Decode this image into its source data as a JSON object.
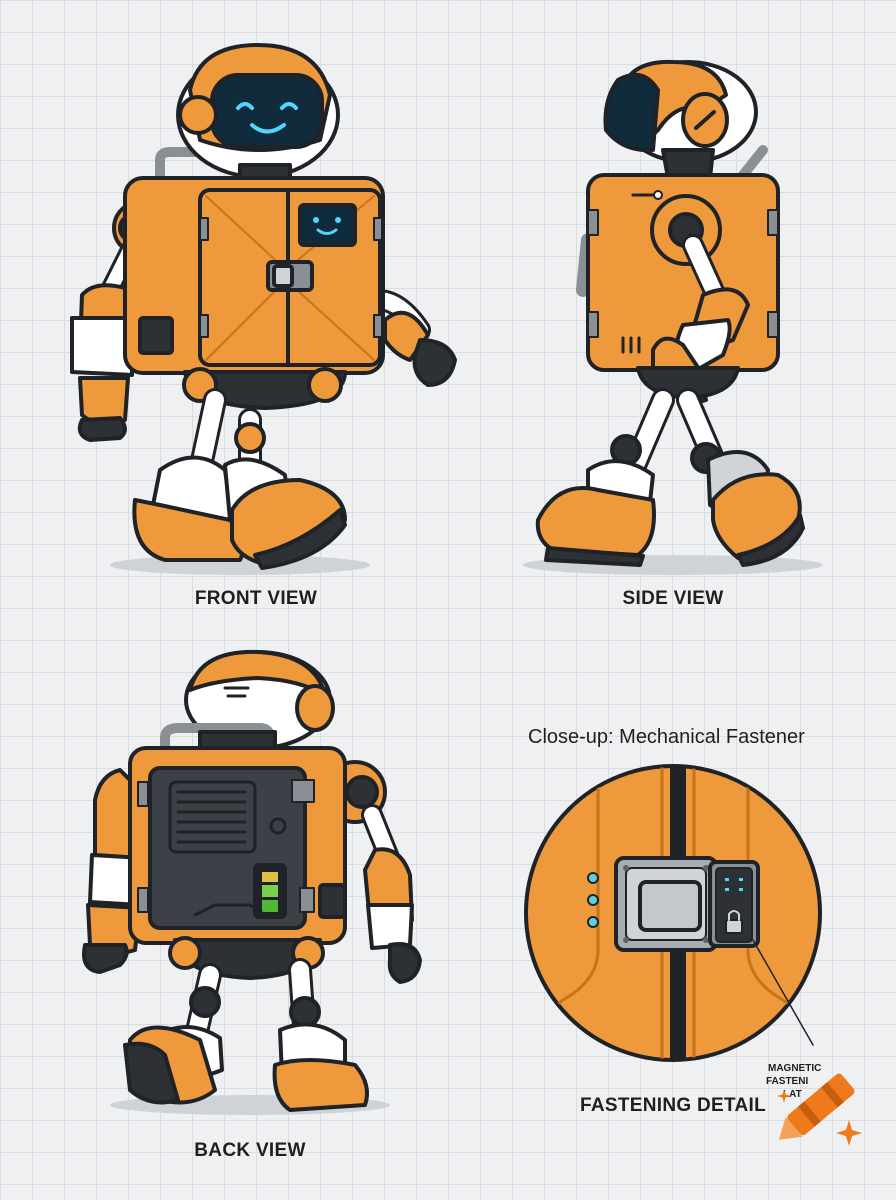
{
  "views": {
    "front": "FRONT VIEW",
    "side": "SIDE VIEW",
    "back": "BACK VIEW"
  },
  "closeup": {
    "title": "Close-up: Mechanical Fastener",
    "caption": "FASTENING DETAIL",
    "callout_line1": "MAGNETIC",
    "callout_line2": "FASTENI",
    "callout_line3": "LAT"
  },
  "colors": {
    "orange": "#ee9a3c",
    "dark_orange": "#d87f22",
    "white": "#ffffff",
    "dark": "#2d3035",
    "screen": "#0f2b3c",
    "screen_glow": "#4fd7ff",
    "background": "#eef0f2"
  },
  "icons": [
    "lock-icon",
    "crayon-logo-icon",
    "sparkle-icon"
  ]
}
